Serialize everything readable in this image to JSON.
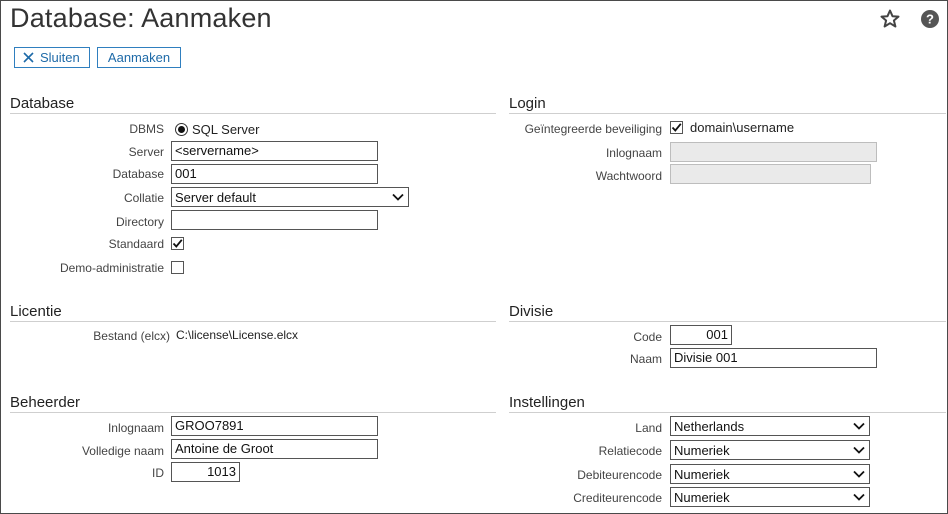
{
  "header": {
    "title": "Database: Aanmaken"
  },
  "toolbar": {
    "close_label": "Sluiten",
    "create_label": "Aanmaken"
  },
  "database": {
    "heading": "Database",
    "dbms_label": "DBMS",
    "dbms_value": "SQL Server",
    "server_label": "Server",
    "server_value": "<servername>",
    "database_label": "Database",
    "database_value": "001",
    "collation_label": "Collatie",
    "collation_value": "Server default",
    "directory_label": "Directory",
    "directory_value": "",
    "standard_label": "Standaard",
    "standard_checked": true,
    "demo_label": "Demo-administratie",
    "demo_checked": false
  },
  "login": {
    "heading": "Login",
    "integrated_label": "Geïntegreerde beveiliging",
    "integrated_checked": true,
    "integrated_value": "domain\\username",
    "login_label": "Inlognaam",
    "password_label": "Wachtwoord"
  },
  "license": {
    "heading": "Licentie",
    "file_label": "Bestand (elcx)",
    "file_value": "C:\\license\\License.elcx"
  },
  "division": {
    "heading": "Divisie",
    "code_label": "Code",
    "code_value": "001",
    "name_label": "Naam",
    "name_value": "Divisie 001"
  },
  "admin": {
    "heading": "Beheerder",
    "login_label": "Inlognaam",
    "login_value": "GROO7891",
    "fullname_label": "Volledige naam",
    "fullname_value": "Antoine de Groot",
    "id_label": "ID",
    "id_value": "1013"
  },
  "settings": {
    "heading": "Instellingen",
    "country_label": "Land",
    "country_value": "Netherlands",
    "relation_label": "Relatiecode",
    "relation_value": "Numeriek",
    "debtor_label": "Debiteurencode",
    "debtor_value": "Numeriek",
    "creditor_label": "Crediteurencode",
    "creditor_value": "Numeriek"
  },
  "colors": {
    "accent": "#2f7fbf",
    "text": "#222222",
    "disabled": "#eaeaea"
  }
}
